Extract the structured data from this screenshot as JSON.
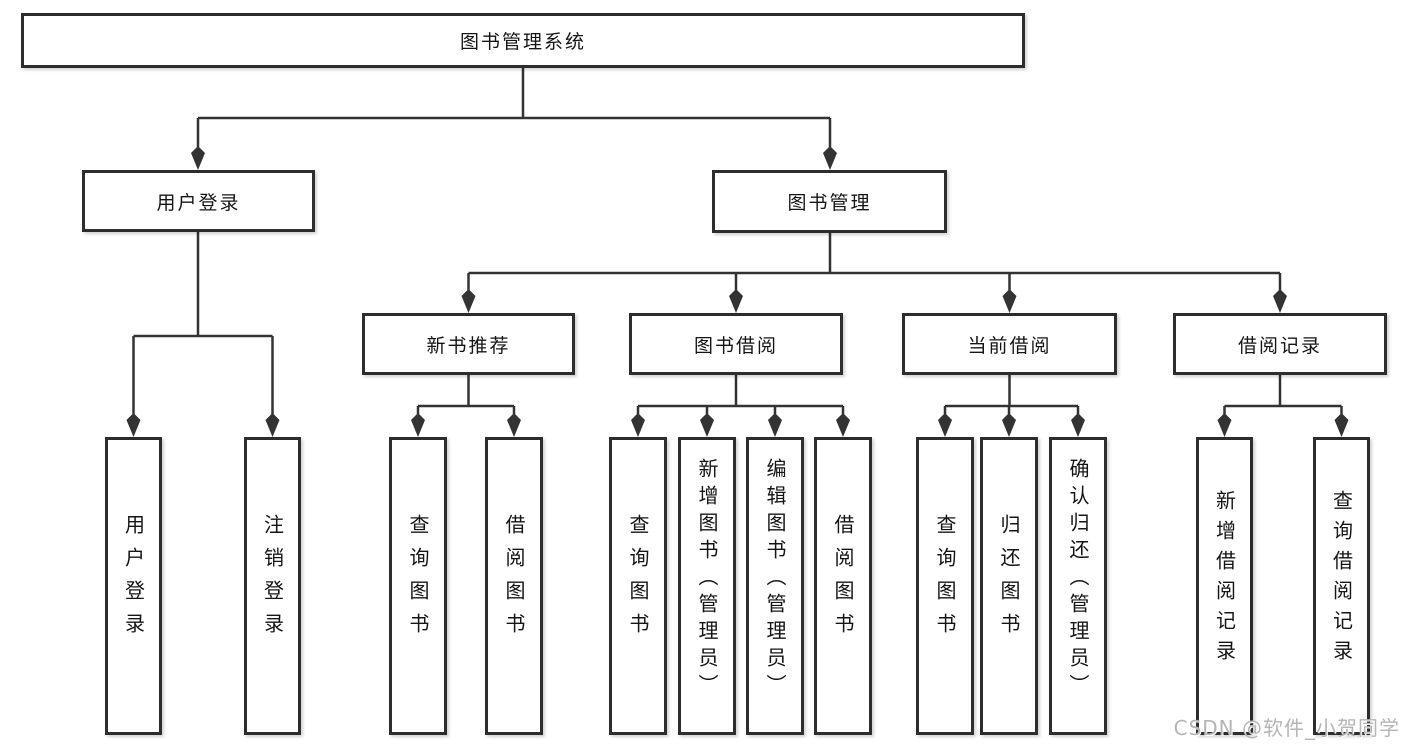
{
  "diagram_title": "图书管理系统",
  "tree": {
    "label": "图书管理系统",
    "children": [
      {
        "label": "用户登录",
        "children": [
          {
            "label": "用户登录"
          },
          {
            "label": "注销登录"
          }
        ]
      },
      {
        "label": "图书管理",
        "children": [
          {
            "label": "新书推荐",
            "children": [
              {
                "label": "查询图书"
              },
              {
                "label": "借阅图书"
              }
            ]
          },
          {
            "label": "图书借阅",
            "children": [
              {
                "label": "查询图书"
              },
              {
                "label": "新增图书（管理员）"
              },
              {
                "label": "编辑图书（管理员）"
              },
              {
                "label": "借阅图书"
              }
            ]
          },
          {
            "label": "当前借阅",
            "children": [
              {
                "label": "查询图书"
              },
              {
                "label": "归还图书"
              },
              {
                "label": "确认归还（管理员）"
              }
            ]
          },
          {
            "label": "借阅记录",
            "children": [
              {
                "label": "新增借阅记录"
              },
              {
                "label": "查询借阅记录"
              }
            ]
          }
        ]
      }
    ]
  },
  "watermark": {
    "text": "CSDN @软件_小贺同学"
  },
  "style": {
    "line_color": "#333333",
    "box_border_color": "#2d2d2d",
    "text_color": "#151515",
    "watermark_color": "#b5b5b5",
    "background": "#ffffff"
  }
}
